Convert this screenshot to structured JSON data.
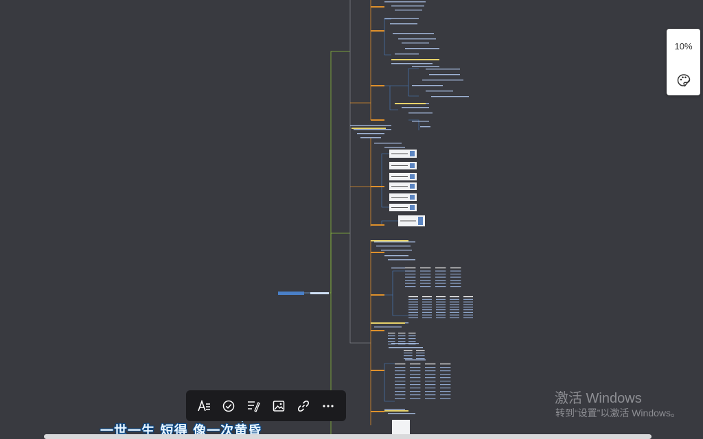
{
  "zoom_panel": {
    "zoom_level": "10%",
    "palette_icon": "palette-icon"
  },
  "toolbar": {
    "buttons": [
      {
        "name": "text-style-button",
        "icon": "text-style-icon"
      },
      {
        "name": "task-button",
        "icon": "check-circle-icon"
      },
      {
        "name": "note-button",
        "icon": "note-icon"
      },
      {
        "name": "image-button",
        "icon": "image-icon"
      },
      {
        "name": "link-button",
        "icon": "link-icon"
      },
      {
        "name": "more-button",
        "icon": "more-icon"
      }
    ]
  },
  "watermark": {
    "title": "激活 Windows",
    "subtitle": "转到“设置”以激活 Windows。"
  },
  "lyric": {
    "text": "一世一生  短得  像一次黄昏"
  },
  "colors": {
    "canvas_bg": "#393a40",
    "branch_orange": "#e0912b",
    "branch_green": "#8dbf3c",
    "node_blue": "#4a80c8",
    "node_yellow": "#e8d36a",
    "toolbar_bg": "#1b1b1e"
  }
}
